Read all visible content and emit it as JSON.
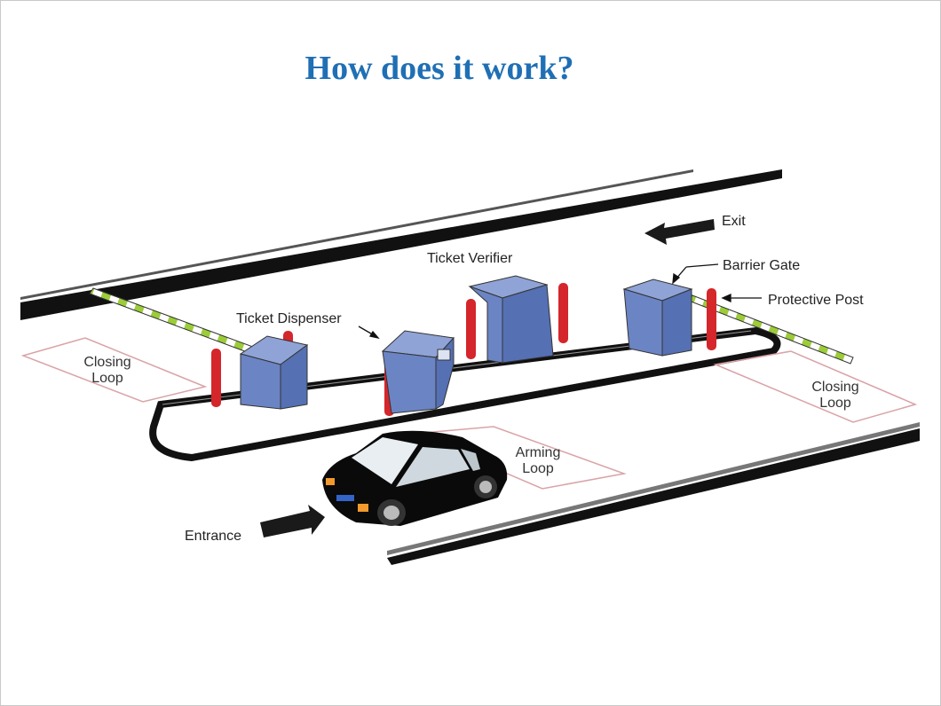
{
  "title": "How does it work?",
  "labels": {
    "exit": "Exit",
    "ticket_verifier": "Ticket Verifier",
    "barrier_gate": "Barrier Gate",
    "protective_post": "Protective Post",
    "ticket_dispenser": "Ticket Dispenser",
    "closing_loop_left_1": "Closing",
    "closing_loop_left_2": "Loop",
    "closing_loop_right_1": "Closing",
    "closing_loop_right_2": "Loop",
    "arming_loop_1": "Arming",
    "arming_loop_2": "Loop",
    "entrance": "Entrance"
  },
  "colors": {
    "title": "#1f6fb5",
    "equipment": "#6b84c4",
    "post": "#d4262b",
    "loop": "#d9a3a8",
    "barrier_stripe_a": "#9ccc3a",
    "barrier_stripe_b": "#ffffff"
  }
}
